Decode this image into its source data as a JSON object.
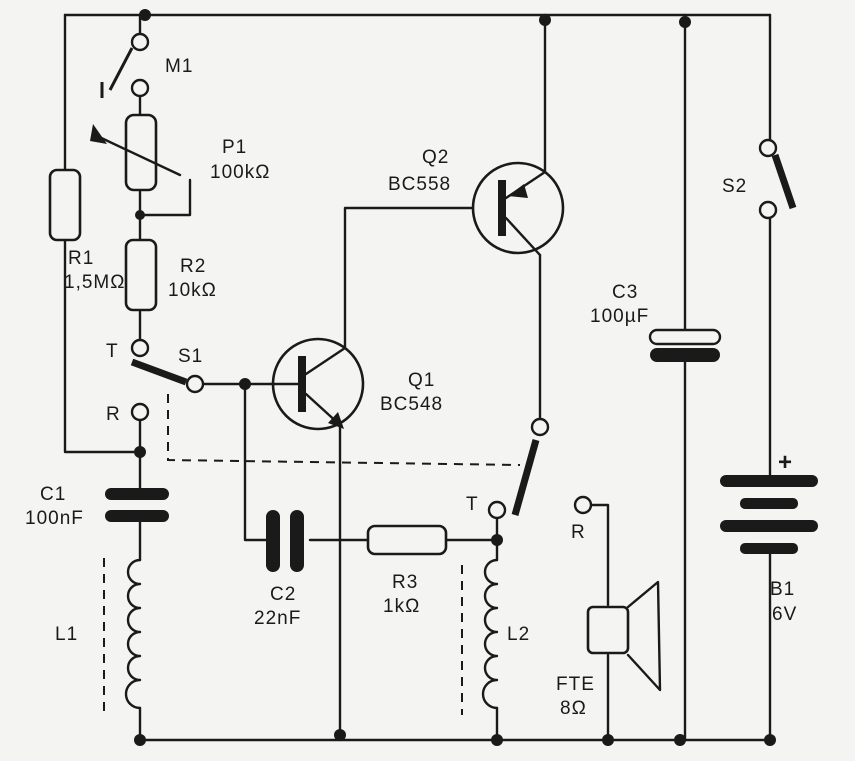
{
  "components": {
    "m1": "M1",
    "p1": {
      "ref": "P1",
      "value": "100kΩ"
    },
    "r1": {
      "ref": "R1",
      "value": "1,5MΩ"
    },
    "r2": {
      "ref": "R2",
      "value": "10kΩ"
    },
    "r3": {
      "ref": "R3",
      "value": "1kΩ"
    },
    "q1": {
      "ref": "Q1",
      "value": "BC548"
    },
    "q2": {
      "ref": "Q2",
      "value": "BC558"
    },
    "s1": "S1",
    "s2": "S2",
    "c1": {
      "ref": "C1",
      "value": "100nF"
    },
    "c2": {
      "ref": "C2",
      "value": "22nF"
    },
    "c3": {
      "ref": "C3",
      "value": "100µF"
    },
    "l1": "L1",
    "l2": "L2",
    "b1": {
      "ref": "B1",
      "value": "6V",
      "polarity": "+"
    },
    "fte": {
      "ref": "FTE",
      "value": "8Ω"
    }
  },
  "switch_positions": {
    "s1_t": "T",
    "s1_r": "R",
    "s1b_t": "T",
    "s1b_r": "R"
  }
}
